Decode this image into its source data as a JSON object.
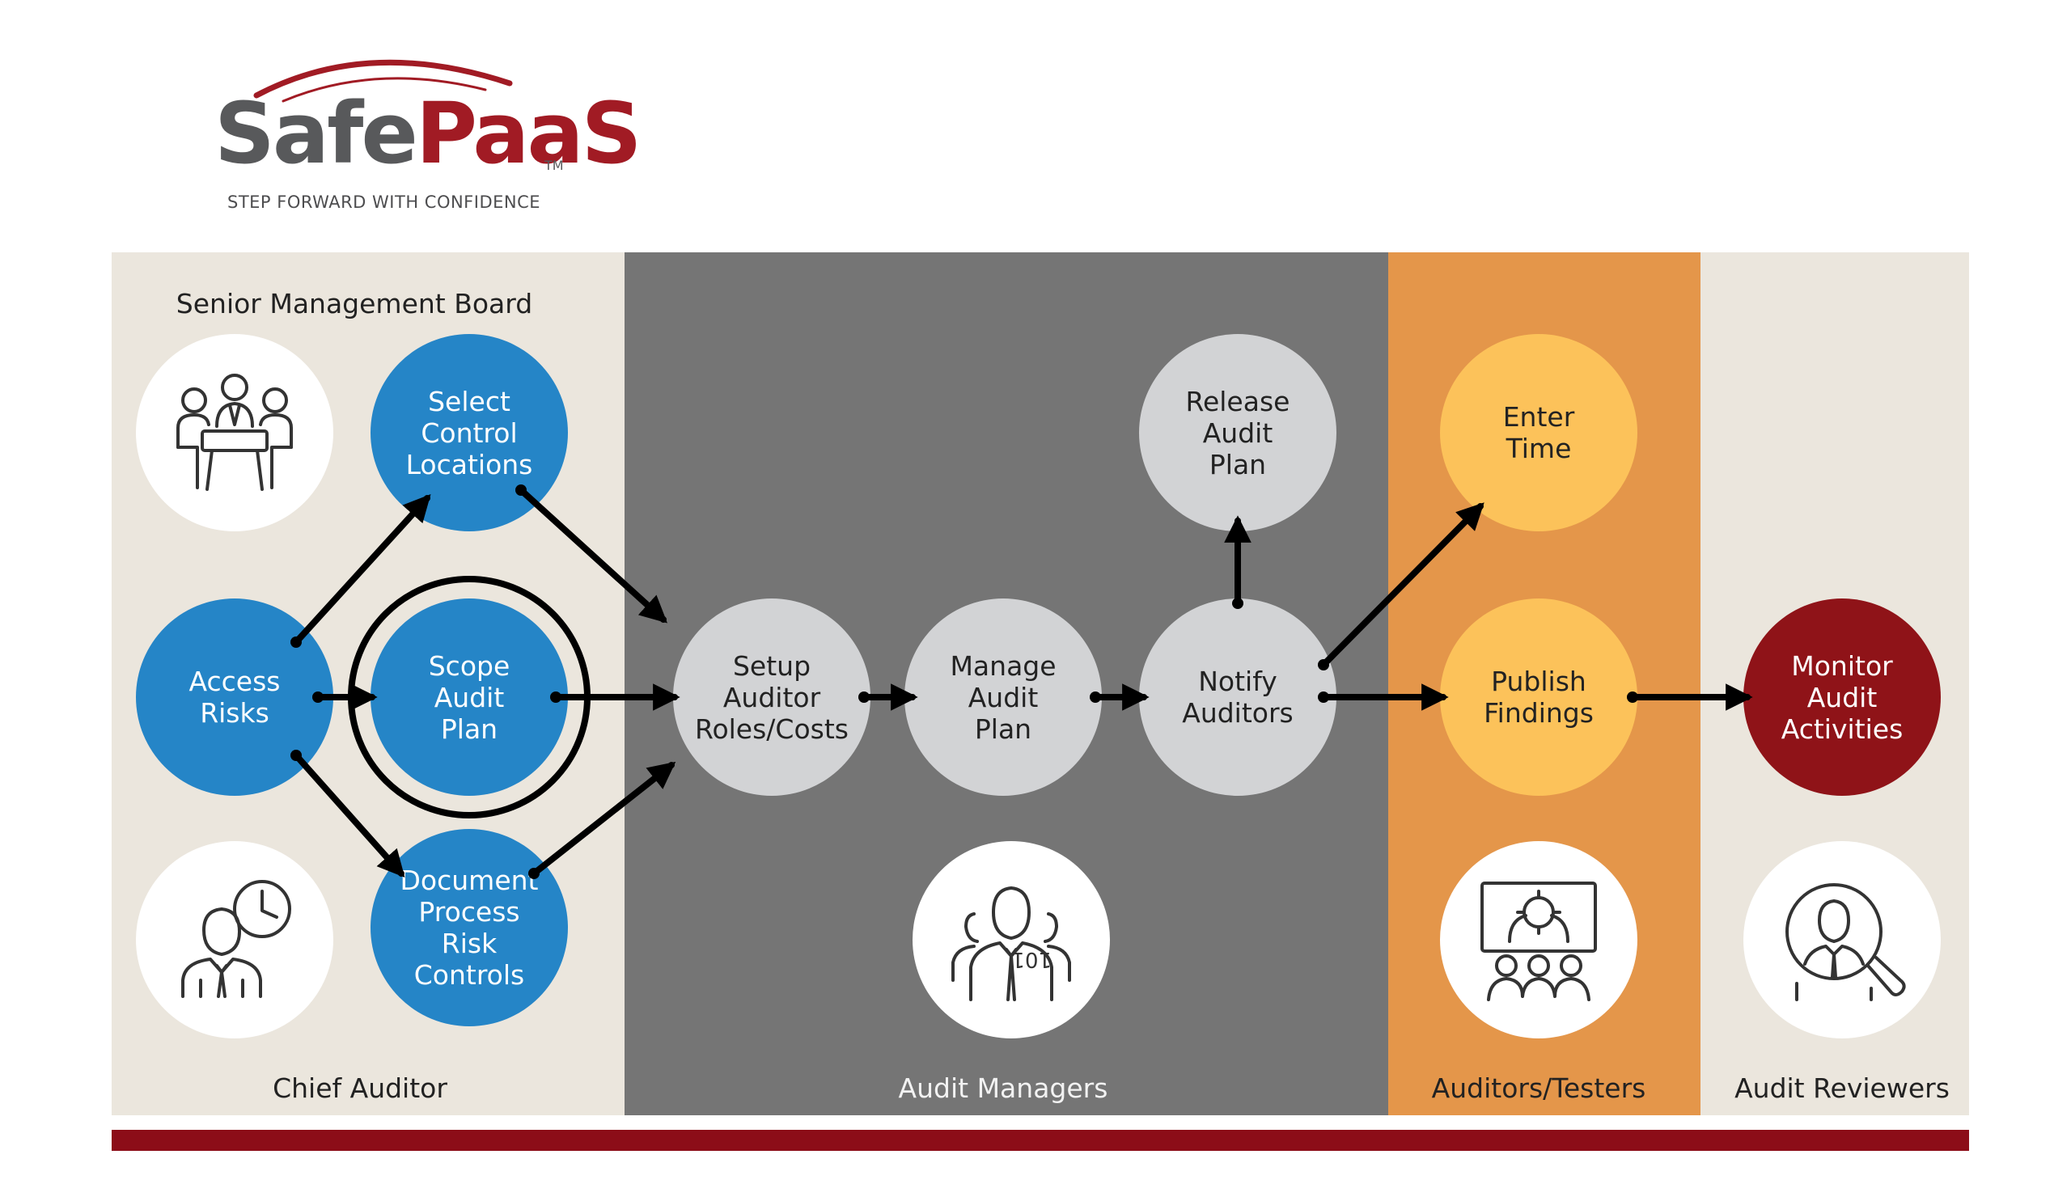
{
  "logo": {
    "word_part1": "Safe",
    "word_part2": "PaaS",
    "tm": "TM",
    "tagline": "STEP FORWARD WITH CONFIDENCE"
  },
  "colors": {
    "blue": "#2585c7",
    "grey_node": "#d2d3d5",
    "amber_node": "#fcc25a",
    "crimson_node": "#8f1318",
    "lane_beige": "#ebe6dd",
    "lane_grey": "#757575",
    "lane_orange": "#e4964a",
    "footer_bar": "#8c0d18",
    "brand_red": "#a11b24",
    "brand_grey": "#58595b"
  },
  "lanes": {
    "top_label": "Senior Management Board",
    "chief_auditor": "Chief Auditor",
    "audit_managers": "Audit Managers",
    "auditors_testers": "Auditors/Testers",
    "audit_reviewers": "Audit Reviewers"
  },
  "nodes": {
    "select_control_locations": "Select\nControl\nLocations",
    "access_risks": "Access\nRisks",
    "scope_audit_plan": "Scope\nAudit\nPlan",
    "document_process_risk_controls": "Document\nProcess\nRisk\nControls",
    "setup_auditor_roles_costs": "Setup\nAuditor\nRoles/Costs",
    "manage_audit_plan": "Manage\nAudit\nPlan",
    "release_audit_plan": "Release\nAudit\nPlan",
    "notify_auditors": "Notify\nAuditors",
    "enter_time": "Enter\nTime",
    "publish_findings": "Publish\nFindings",
    "monitor_audit_activities": "Monitor\nAudit\nActivities"
  },
  "icons": {
    "board": "board-meeting-icon",
    "chief": "chief-auditor-clock-icon",
    "managers": "audit-managers-team-icon",
    "manager_badge": "101",
    "testers": "presentation-team-icon",
    "reviewers": "reviewer-magnifier-icon"
  }
}
